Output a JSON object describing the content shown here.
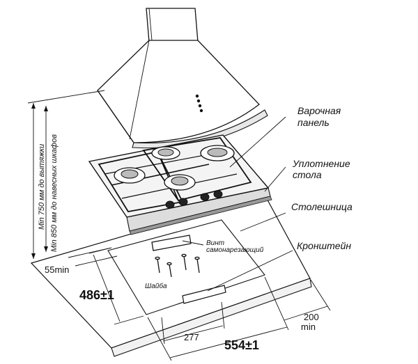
{
  "labels": {
    "cooktop": [
      "Варочная",
      "панель"
    ],
    "seal": [
      "Уплотнение",
      "стола"
    ],
    "countertop": "Столешница",
    "bracket": "Кронштейн",
    "screw": [
      "Винт",
      "самонарезающий"
    ],
    "washer": "Шайба",
    "min_hood": "Min 750 мм до вытяжки",
    "min_cabinet": "Min 850 мм до навесных шкафов"
  },
  "dimensions": {
    "front_gap": "55min",
    "cutout_depth": "486±1",
    "cutout_width": "554±1",
    "bracket_offset": "277",
    "back_gap_value": "200",
    "back_gap_unit": "min"
  }
}
